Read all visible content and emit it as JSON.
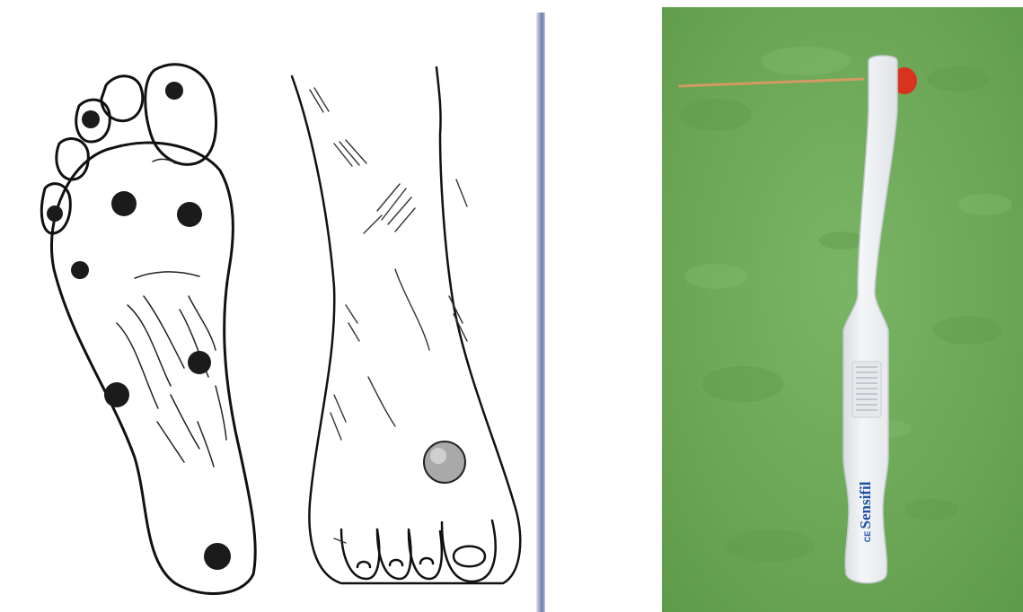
{
  "figure": {
    "left_illustration": {
      "description_icon": "foot-sole-and-dorsum-drawing",
      "test_site_count": 10
    },
    "right_photo": {
      "device_icon": "monofilament-device",
      "brand_text": "Sensifil",
      "mark_text": "CE"
    }
  },
  "colors": {
    "background": "#ffffff",
    "photo_green": "#6faa5a",
    "device_white": "#eef0f2",
    "brand_blue": "#1f4fa8",
    "tip_red": "#d8331e",
    "dot_black": "#1b1b1b",
    "divider_blue": "#7f8db7"
  }
}
